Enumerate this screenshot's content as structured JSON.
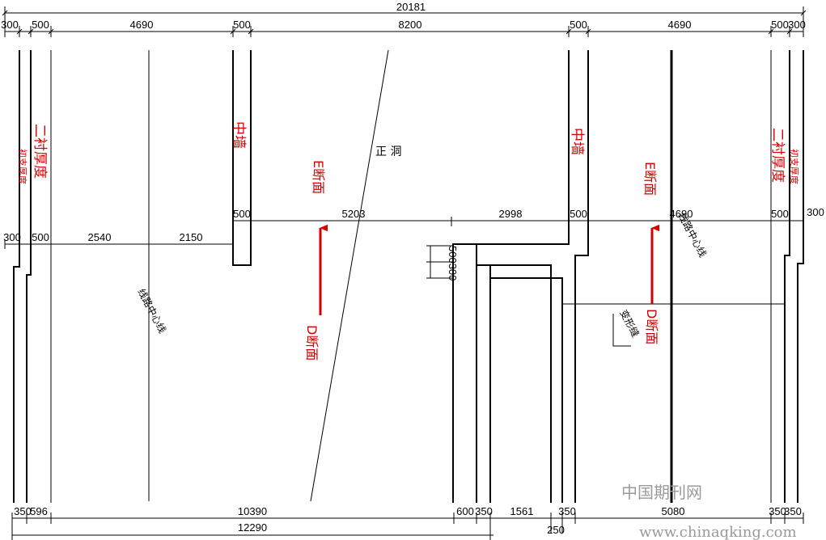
{
  "dimensions": {
    "overall_top": "20181",
    "top_row": [
      "300",
      "500",
      "4690",
      "500",
      "8200",
      "500",
      "4690",
      "500",
      "300"
    ],
    "mid_row": [
      "500",
      "5203",
      "2998",
      "500",
      "4690",
      "500",
      "300"
    ],
    "left_row": [
      "300",
      "500",
      "2540",
      "2150"
    ],
    "vertical_pair": "500300",
    "bottom_row": [
      "350",
      "596",
      "10390",
      "600",
      "350",
      "1561",
      "350",
      "5080",
      "350",
      "350"
    ],
    "bottom_total": "12290",
    "bottom_small": "250"
  },
  "labels": {
    "initial_support": "初支厚度",
    "secondary_lining": "二衬厚度",
    "middle_wall_left": "中墙",
    "middle_wall_right": "中墙",
    "main_tunnel": "正  洞",
    "route_centerline_left": "线路中心线",
    "route_centerline_right": "线路中心线",
    "deform_line": "变形缝",
    "section_e_left": "E断面",
    "section_d_left": "D断面",
    "section_e_right": "E断面",
    "section_d_right": "D断面"
  },
  "watermark": {
    "cn": "中国期刊网",
    "url": "www.chinaqking.com"
  },
  "colors": {
    "annotation": "#d40000",
    "line": "#000000",
    "watermark": "#9a9a9a"
  }
}
